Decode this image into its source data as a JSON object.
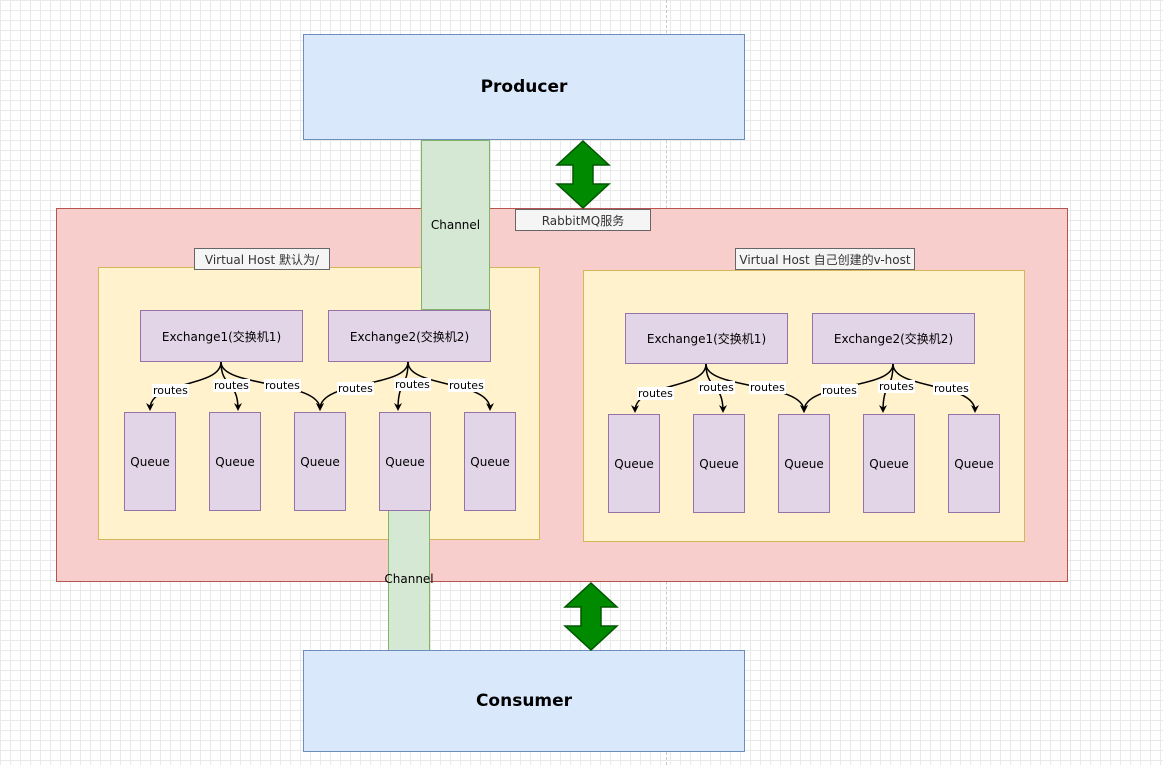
{
  "producer": "Producer",
  "consumer": "Consumer",
  "channel_label": "Channel",
  "rabbitmq_label": "RabbitMQ服务",
  "vhost_left": "Virtual Host 默认为/",
  "vhost_right": "Virtual Host  自己创建的v-host",
  "exchange1": "Exchange1(交换机1)",
  "exchange2": "Exchange2(交换机2)",
  "queue": "Queue",
  "routes": "routes",
  "colors": {
    "blue_fill": "#dae8fc",
    "red_fill": "#f8cecc",
    "yellow_fill": "#fff2cc",
    "green_fill": "#d5e8d4",
    "purple_fill": "#e1d5e7",
    "arrow_green": "#008a00"
  }
}
